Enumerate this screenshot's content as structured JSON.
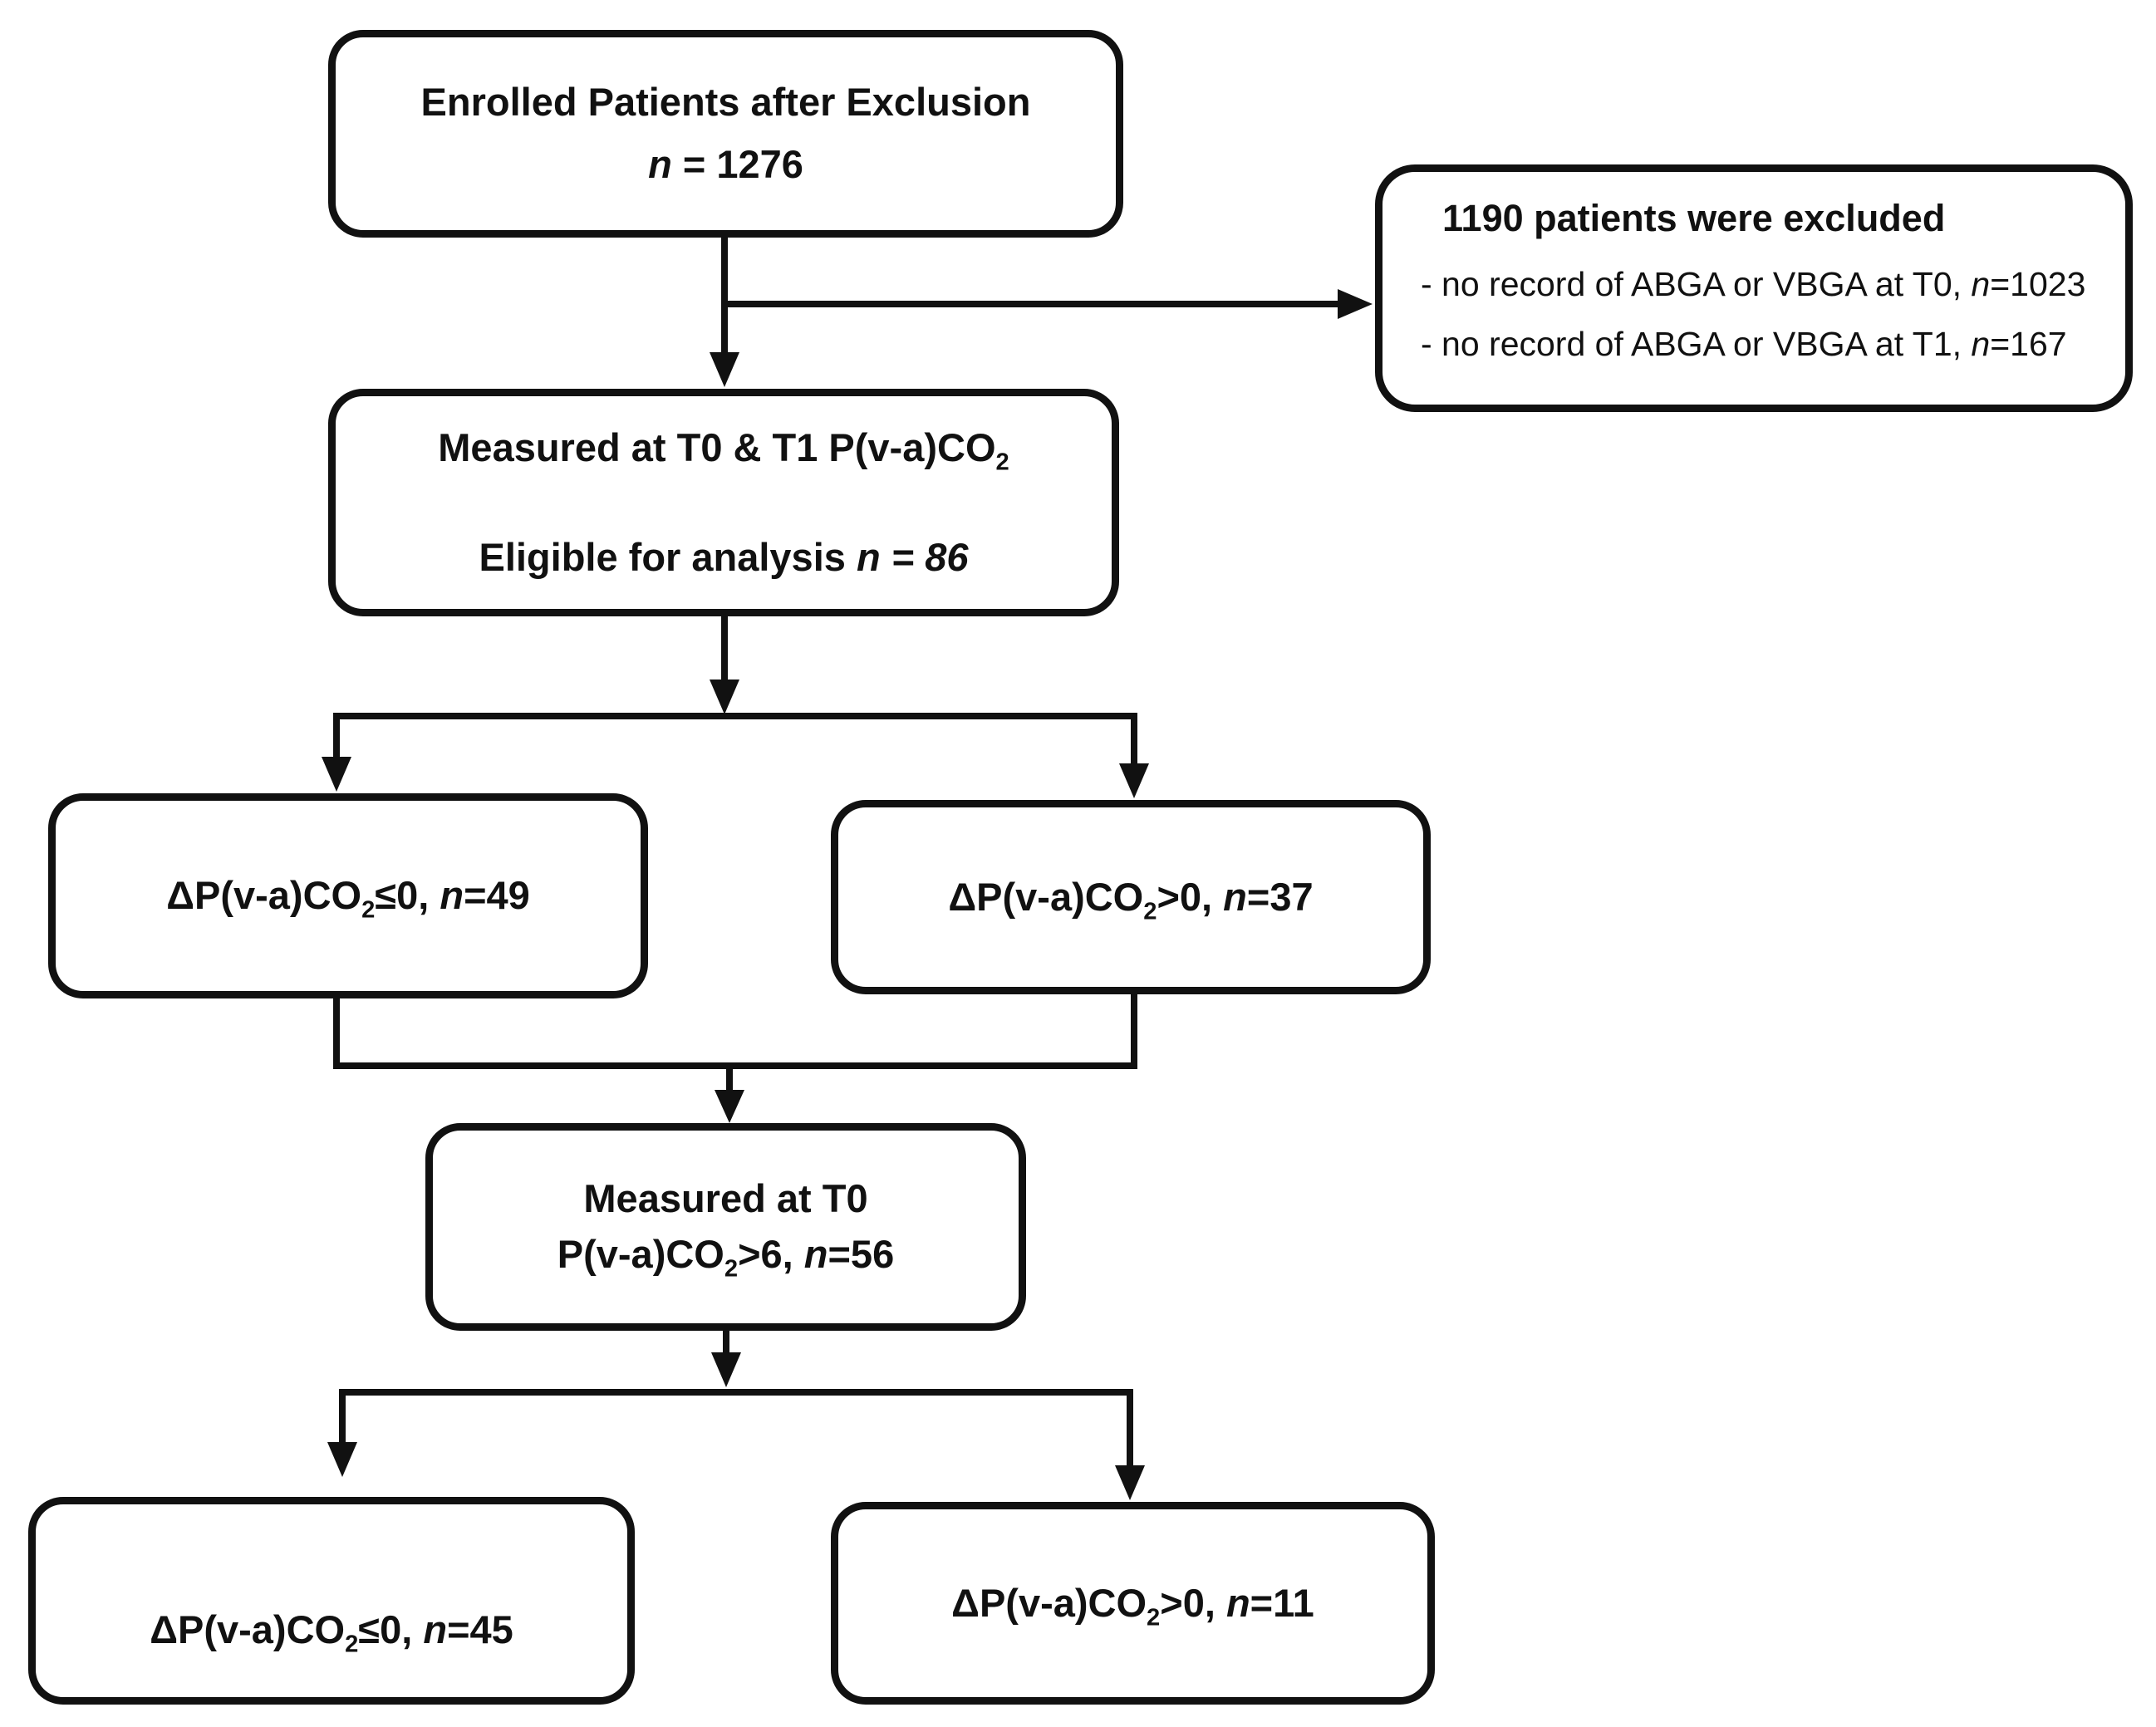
{
  "colors": {
    "ink": "#111111",
    "background": "#ffffff"
  },
  "nodes": {
    "enrolled": {
      "line1": "Enrolled Patients after Exclusion",
      "n": "n",
      "rest": " = 1276"
    },
    "excluded": {
      "title": "1190 patients were excluded",
      "items": [
        {
          "text": "- no record of ABGA or VBGA at T0, ",
          "n": "n",
          "value": "=1023"
        },
        {
          "text": "- no record of ABGA or VBGA at T1, ",
          "n": "n",
          "value": "=167"
        }
      ]
    },
    "measured_t0_t1": {
      "line1_pre": "Measured at T0 & T1 P(v-a)CO",
      "line1_sub": "2",
      "line2_pre": "Eligible for analysis ",
      "line2_italic": "n = 86"
    },
    "delta_le0_n49": {
      "pre": "ΔP(v-a)CO",
      "sub": "2",
      "mid": "≤0, ",
      "n": "n",
      "value": "=49"
    },
    "delta_gt0_n37": {
      "pre": "ΔP(v-a)CO",
      "sub": "2",
      "mid": ">0, ",
      "n": "n",
      "value": "=37"
    },
    "measured_t0": {
      "line1": "Measured at T0",
      "line2_pre": "P(v-a)CO",
      "line2_sub": "2",
      "line2_mid": ">6, ",
      "n": "n",
      "value": "=56"
    },
    "delta_le0_n45": {
      "pre": "ΔP(v-a)CO",
      "sub": "2",
      "mid": "≤0, ",
      "n": "n",
      "value": "=45"
    },
    "delta_gt0_n11": {
      "pre": "ΔP(v-a)CO",
      "sub": "2",
      "mid": ">0, ",
      "n": "n",
      "value": "=11"
    }
  }
}
